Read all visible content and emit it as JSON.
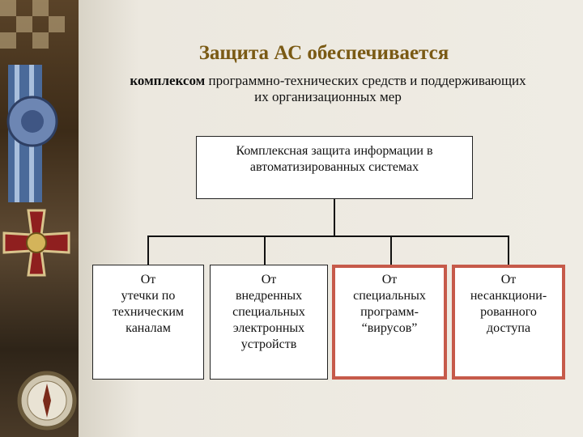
{
  "title": "Защита АС обеспечивается",
  "subtitle": {
    "bold": "комплексом",
    "rest_line1": " программно-технических средств и поддерживающих",
    "line2": "их организационных мер"
  },
  "diagram": {
    "root": "Комплексная защита информации в автоматизированных системах",
    "children": [
      {
        "lines": [
          "От",
          "утечки по",
          "техническим",
          "каналам"
        ]
      },
      {
        "lines": [
          "От",
          "внедренных",
          "специальных",
          "электронных",
          "устройств"
        ]
      },
      {
        "lines": [
          "От",
          "специальных",
          "программ-",
          "“вирусов”"
        ]
      },
      {
        "lines": [
          "От",
          "несанкциони-",
          "рованного",
          "доступа"
        ]
      }
    ]
  },
  "colors": {
    "title": "#7a5a14",
    "highlight_border": "#c65a4a",
    "background": "#efece4"
  }
}
